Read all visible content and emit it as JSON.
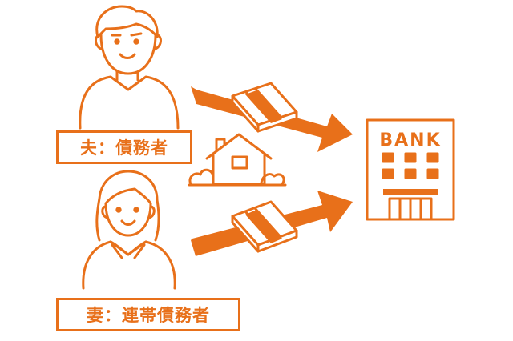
{
  "colors": {
    "accent": "#e8701a",
    "background": "#ffffff"
  },
  "husband": {
    "label": "夫：債務者",
    "icon": "man-icon"
  },
  "wife": {
    "label": "妻：連帯債務者",
    "icon": "woman-icon"
  },
  "house": {
    "icon": "house-icon"
  },
  "money": {
    "icon": "money-bundle-icon"
  },
  "bank": {
    "text": "BANK",
    "icon": "bank-building-icon"
  },
  "arrows": {
    "icon": "arrow-right-icon"
  }
}
